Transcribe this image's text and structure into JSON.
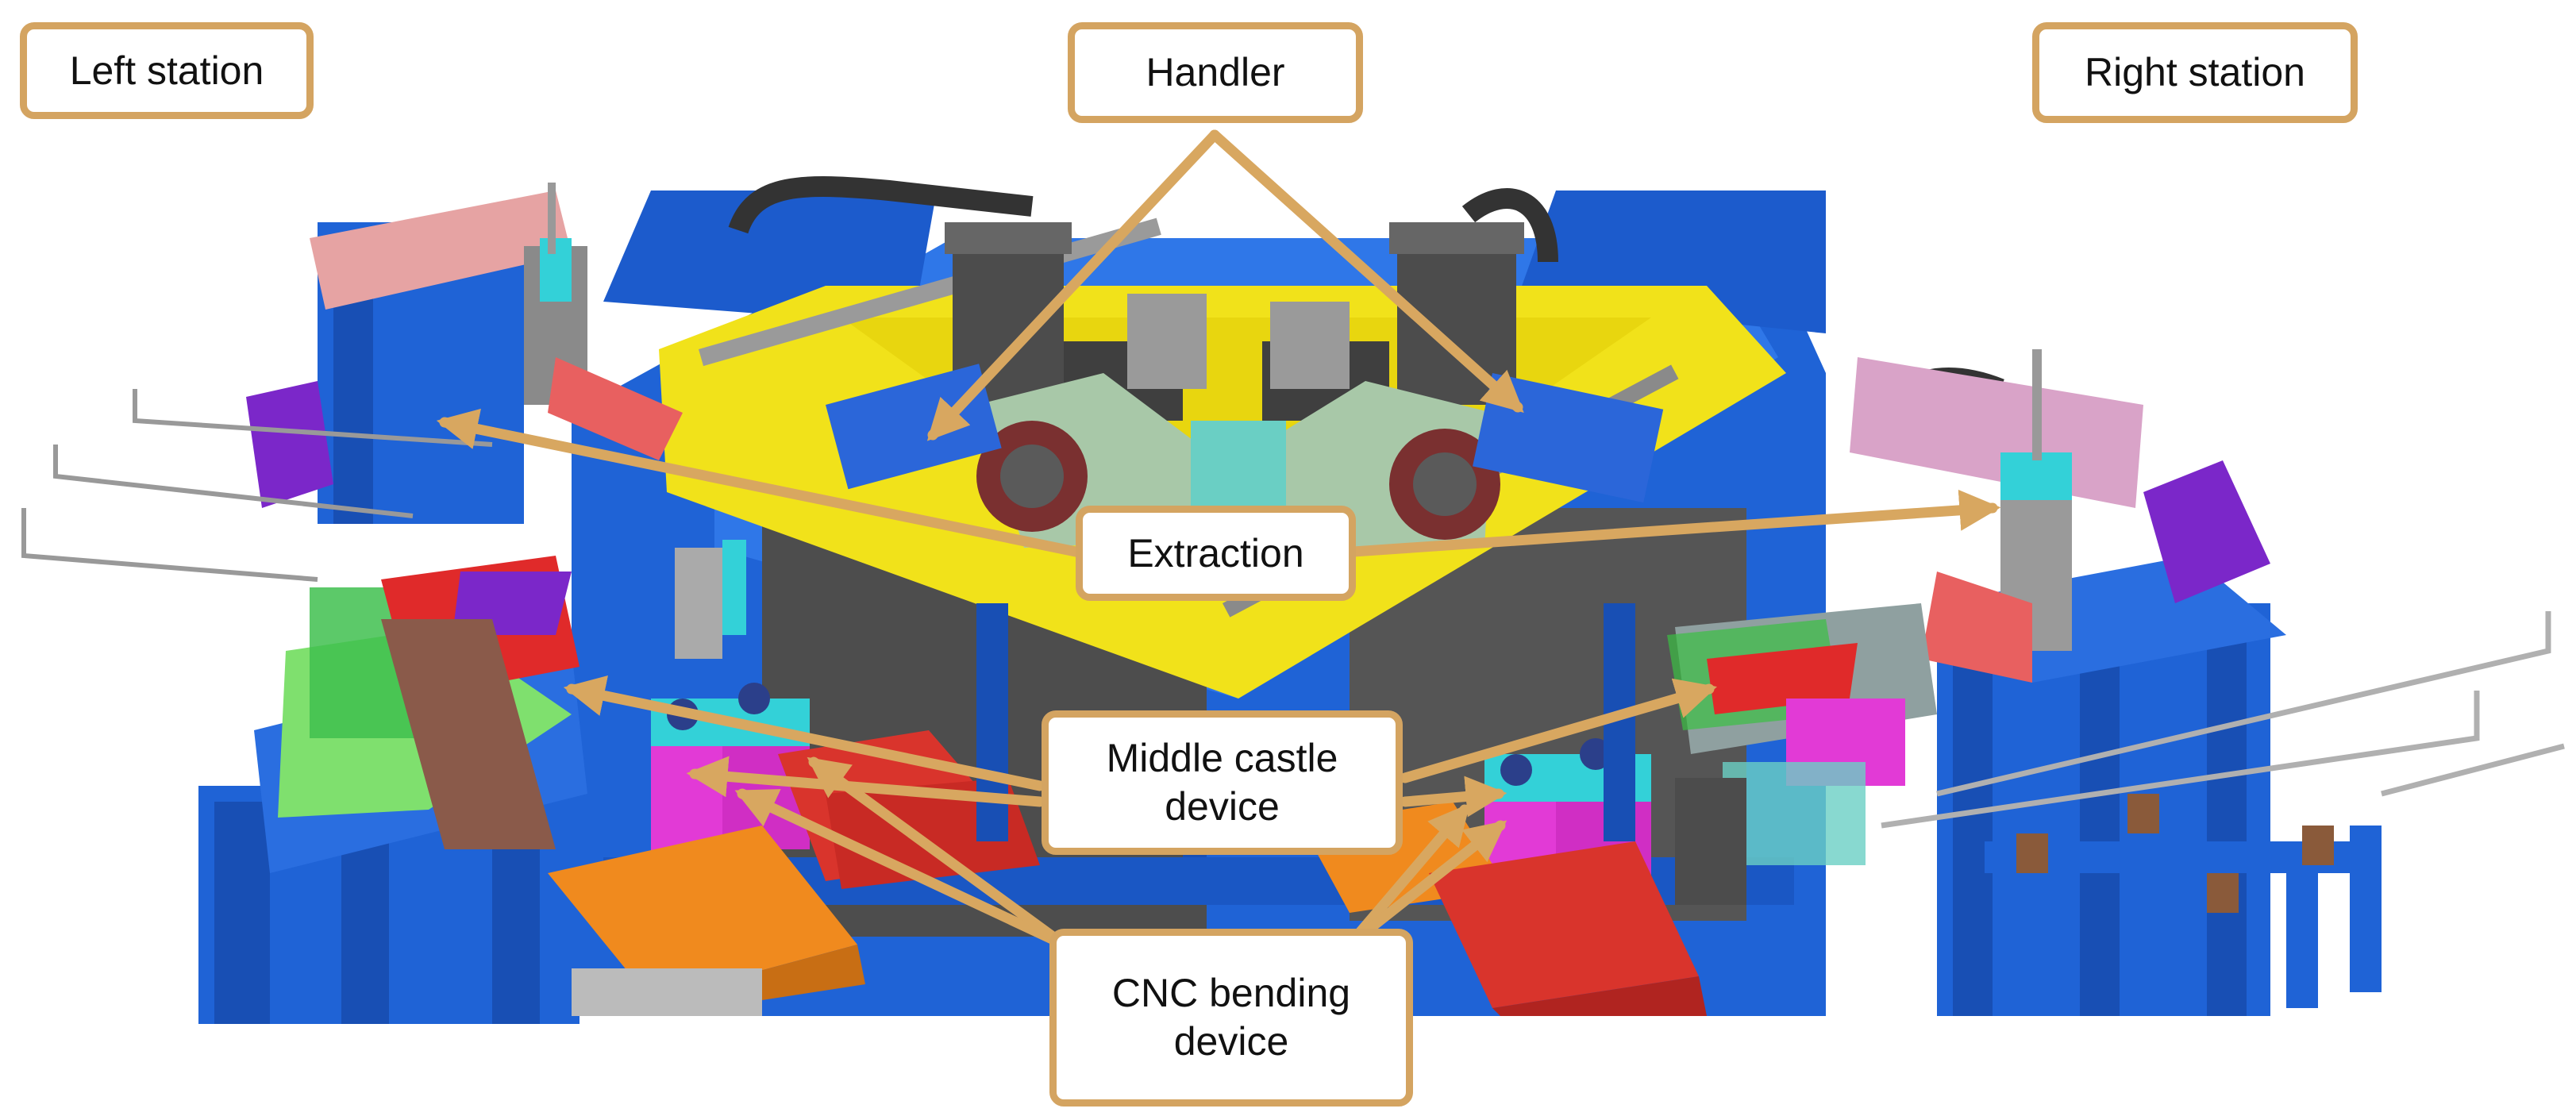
{
  "labels": {
    "left_station": "Left station",
    "handler": "Handler",
    "right_station": "Right station",
    "extraction": "Extraction",
    "middle_castle_line1": "Middle castle",
    "middle_castle_line2": "device",
    "cnc_bending_line1": "CNC bending",
    "cnc_bending_line2": "device"
  },
  "colors": {
    "callout_border": "#d4a461",
    "callout_arrow": "#d8a760",
    "frame_blue": "#1f63d6",
    "table_yellow": "#f1e21a",
    "plate_red": "#d9342c",
    "plate_orange": "#f08a1e",
    "magenta": "#e23ad6",
    "purple": "#7b27c9",
    "green": "#3bbf43",
    "cyan": "#33d1d8",
    "motor_gray": "#4c4c4c"
  }
}
